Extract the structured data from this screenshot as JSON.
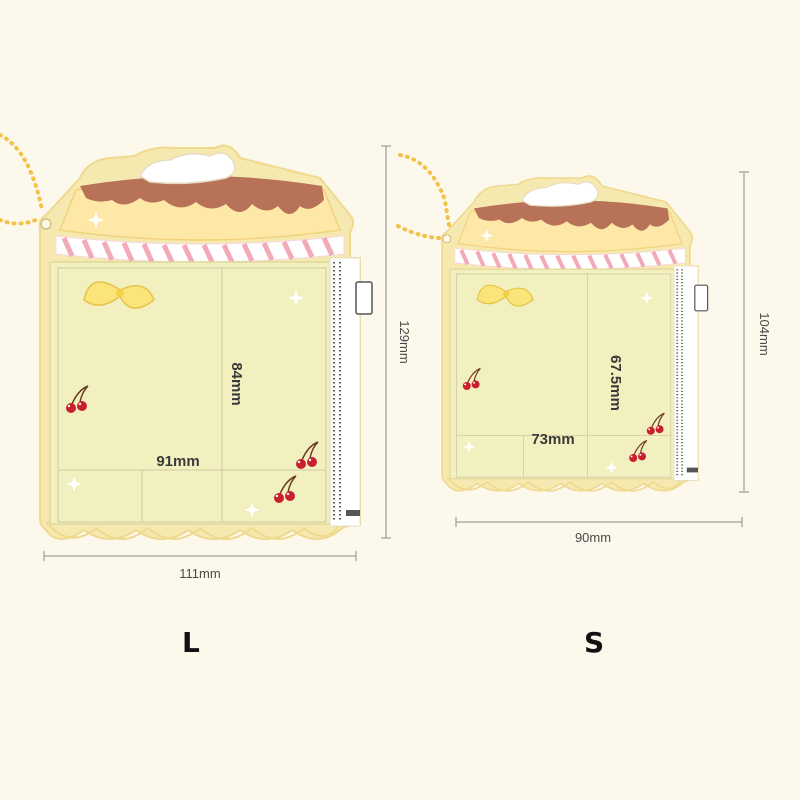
{
  "products": [
    {
      "id": "L",
      "size_label": "L",
      "width_dim": "111mm",
      "height_dim": "129mm",
      "inner_width": "91mm",
      "inner_height": "84mm"
    },
    {
      "id": "S",
      "size_label": "S",
      "width_dim": "90mm",
      "height_dim": "104mm",
      "inner_width": "73mm",
      "inner_height": "67.5mm"
    }
  ],
  "colors": {
    "background": "#fdf8ec",
    "pouch_fill": "#f3f0c0",
    "pouch_outline": "#f6e6a8",
    "pudding": "#fce7a4",
    "caramel": "#b87258",
    "cream": "#ffffff",
    "stripe_pink": "#f2aab8",
    "chain_dots": "#f2c24a",
    "zipper": "#555555",
    "cherry": "#c8202e"
  }
}
